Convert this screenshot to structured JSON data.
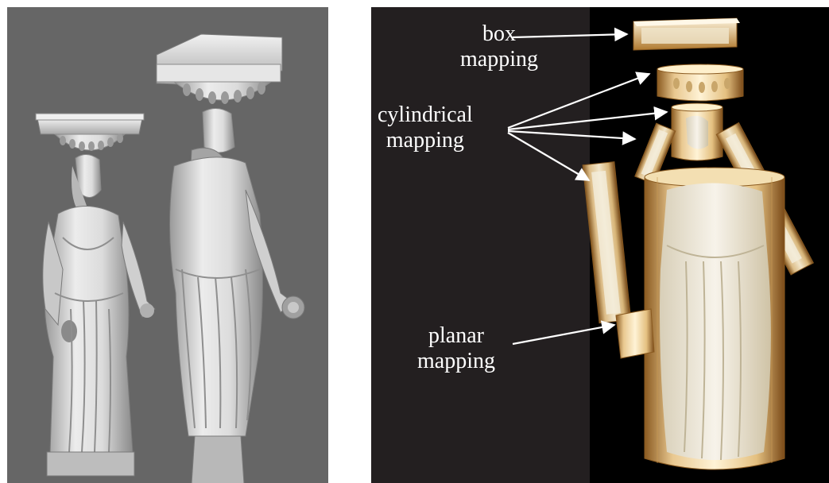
{
  "figure": {
    "labels": {
      "box": [
        "box",
        "mapping"
      ],
      "cylindrical": [
        "cylindrical",
        "mapping"
      ],
      "planar": [
        "planar",
        "mapping"
      ]
    },
    "colors": {
      "left_background": "#666666",
      "right_background_outer": "#231f20",
      "right_background_inner": "#000000",
      "statue": "#e0e0e0",
      "mapping_proxy": "#d8a860",
      "label_text": "#ffffff"
    }
  }
}
